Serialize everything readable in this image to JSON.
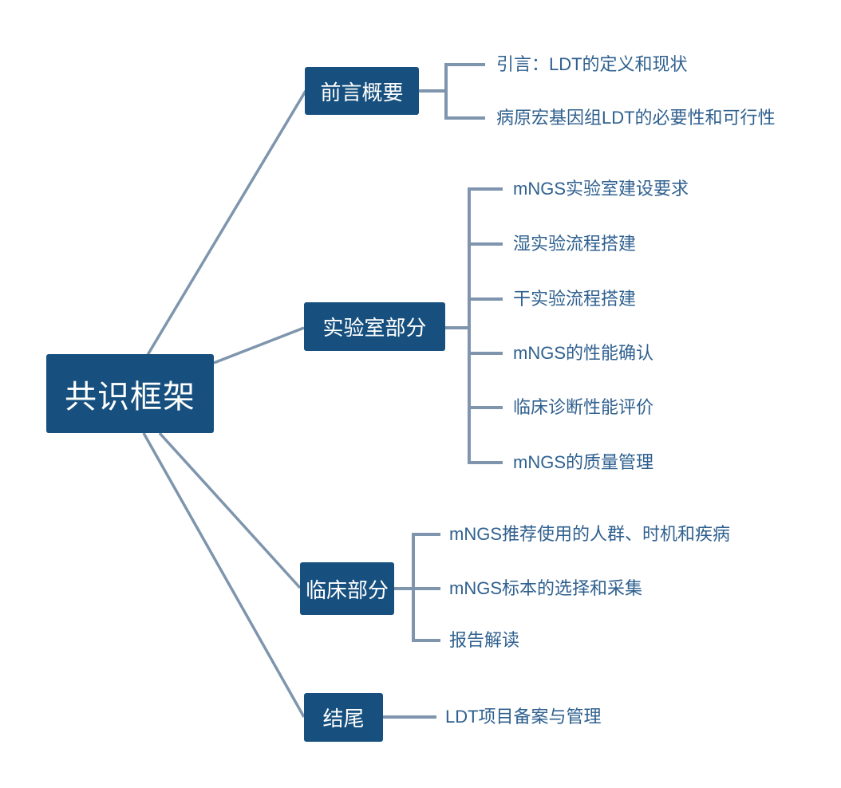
{
  "mindmap": {
    "root": {
      "label": "共识框架"
    },
    "branches": [
      {
        "label": "前言概要",
        "children": [
          "引言：LDT的定义和现状",
          "病原宏基因组LDT的必要性和可行性"
        ]
      },
      {
        "label": "实验室部分",
        "children": [
          "mNGS实验室建设要求",
          "湿实验流程搭建",
          "干实验流程搭建",
          "mNGS的性能确认",
          "临床诊断性能评价",
          "mNGS的质量管理"
        ]
      },
      {
        "label": "临床部分",
        "children": [
          "mNGS推荐使用的人群、时机和疾病",
          "mNGS标本的选择和采集",
          "报告解读"
        ]
      },
      {
        "label": "结尾",
        "children": [
          "LDT项目备案与管理"
        ]
      }
    ],
    "colors": {
      "node_fill": "#17507E",
      "node_text": "#FFFFFF",
      "connector": "#7E95AD",
      "leaf_text": "#2F608F",
      "background": "#FFFFFF"
    }
  }
}
